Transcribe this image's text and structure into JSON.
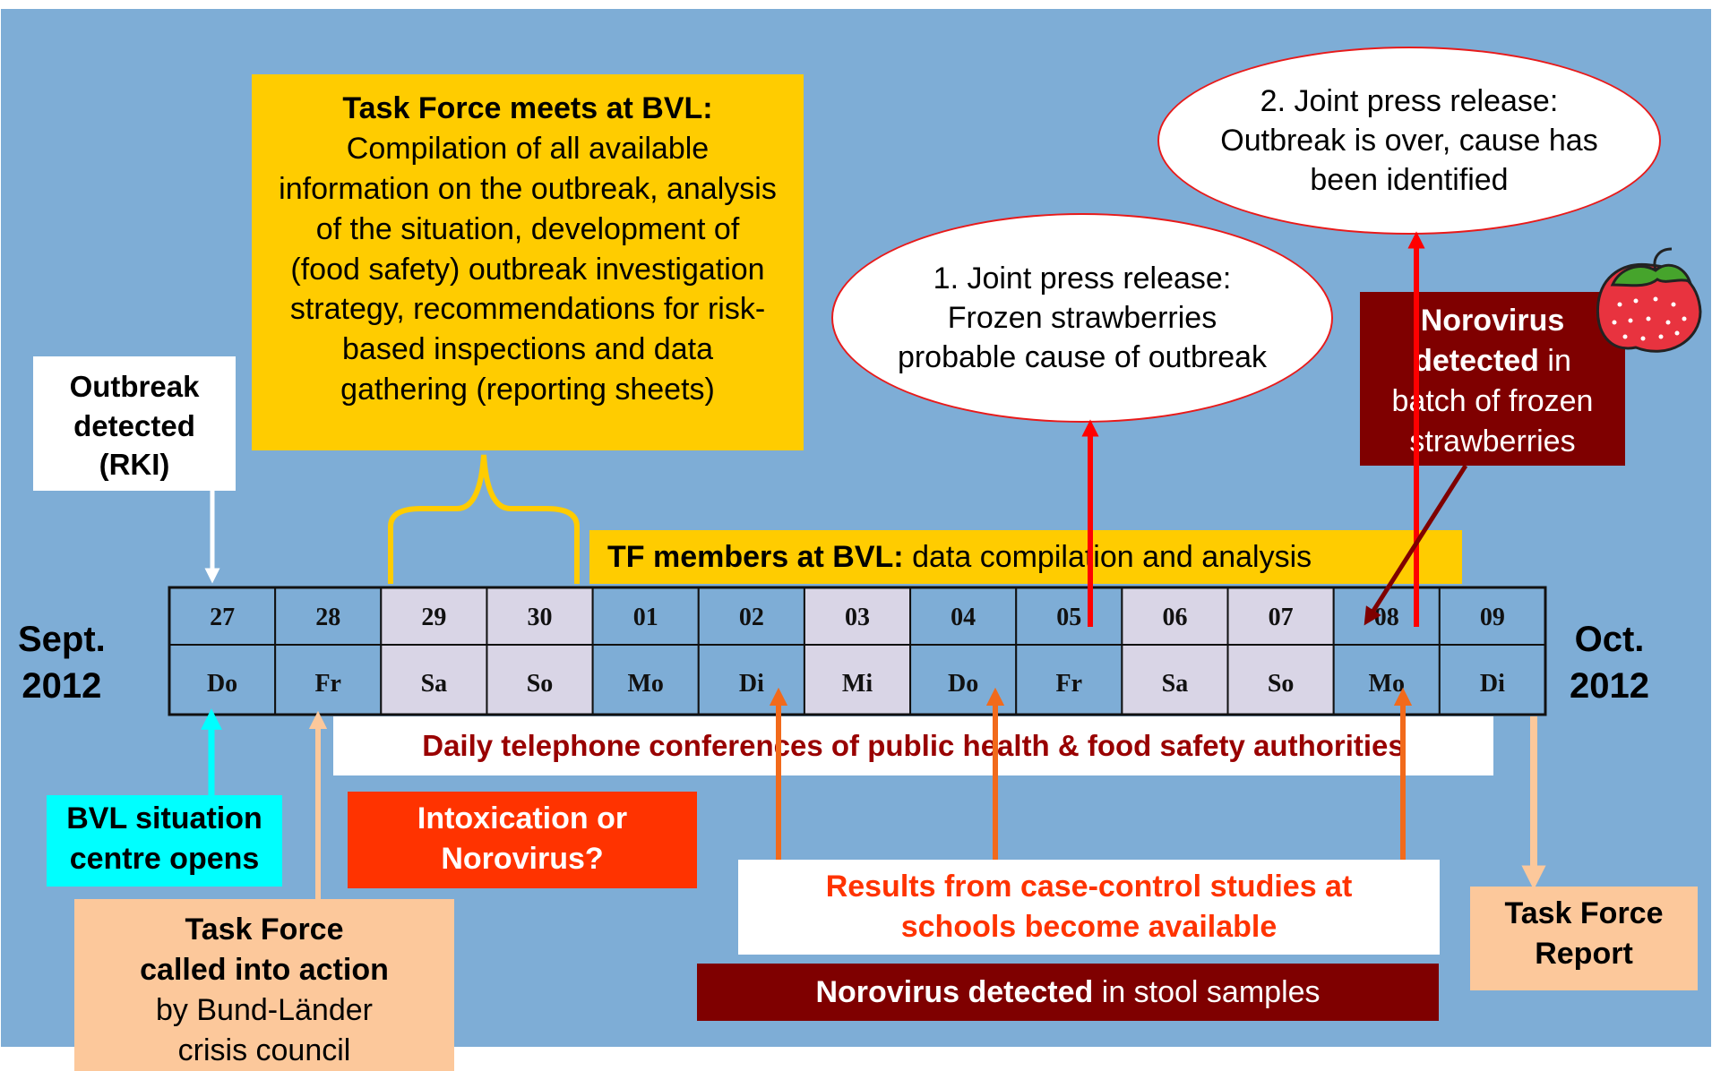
{
  "side_labels": {
    "left_top": "Sept.",
    "left_bottom": "2012",
    "right_top": "Oct.",
    "right_bottom": "2012"
  },
  "timeline": {
    "days": [
      {
        "date": "27",
        "weekday": "Do",
        "weekend": false
      },
      {
        "date": "28",
        "weekday": "Fr",
        "weekend": false
      },
      {
        "date": "29",
        "weekday": "Sa",
        "weekend": true
      },
      {
        "date": "30",
        "weekday": "So",
        "weekend": true
      },
      {
        "date": "01",
        "weekday": "Mo",
        "weekend": false
      },
      {
        "date": "02",
        "weekday": "Di",
        "weekend": false
      },
      {
        "date": "03",
        "weekday": "Mi",
        "weekend": true
      },
      {
        "date": "04",
        "weekday": "Do",
        "weekend": false
      },
      {
        "date": "05",
        "weekday": "Fr",
        "weekend": false
      },
      {
        "date": "06",
        "weekday": "Sa",
        "weekend": true
      },
      {
        "date": "07",
        "weekday": "So",
        "weekend": true
      },
      {
        "date": "08",
        "weekday": "Mo",
        "weekend": false
      },
      {
        "date": "09",
        "weekday": "Di",
        "weekend": false
      }
    ]
  },
  "colors": {
    "background": "#7eadd6",
    "weekday_cell": "#7eadd6",
    "weekend_cell": "#d9d5e6",
    "task_force_yellow": "#ffcc00",
    "situation_cyan": "#00ffff",
    "peach": "#fcc89b",
    "intox_orange": "#ff3300",
    "dark_red": "#7f0000",
    "arrow_red": "#ff0000",
    "arrow_orange": "#f26a1b",
    "arrow_peach": "#fcc89b",
    "arrow_cyan": "#00ffff",
    "conference_text": "#990000",
    "results_text": "#ff3300"
  },
  "boxes": {
    "outbreak": {
      "line1": "Outbreak",
      "line2": "detected",
      "line3": "(RKI)"
    },
    "task_force_meets": {
      "heading": "Task Force meets at BVL:",
      "body": "Compilation of all available information on the outbreak, analysis of the situation, development of (food safety) outbreak investigation strategy, recommendations for risk-based inspections and data gathering (reporting sheets)"
    },
    "tf_members": {
      "bold": "TF members at BVL:",
      "rest": " data compilation and analysis"
    },
    "press_release_1": {
      "line1": "1. Joint press release:",
      "line2": "Frozen strawberries",
      "line3": "probable cause of outbreak"
    },
    "press_release_2": {
      "line1": "2. Joint press release:",
      "line2": "Outbreak is over, cause has",
      "line3": "been identified"
    },
    "norovirus_batch": {
      "bold": "Norovirus detected",
      "rest": " in batch of frozen strawberries"
    },
    "conferences": {
      "text": "Daily telephone conferences of public health & food safety authorities"
    },
    "situation_centre": {
      "line1": "BVL situation",
      "line2": "centre opens"
    },
    "intoxication": {
      "line1": "Intoxication or",
      "line2": "Norovirus?"
    },
    "task_force_called": {
      "line1": "Task Force",
      "line2": "called into action",
      "line3": "by Bund-Länder",
      "line4": "crisis council"
    },
    "results": {
      "line1": "Results from case-control studies at",
      "line2": "schools become available"
    },
    "norovirus_stool": {
      "bold": "Norovirus detected",
      "rest": " in stool samples"
    },
    "task_force_report": {
      "line1": "Task Force",
      "line2": "Report"
    }
  },
  "icons": {
    "strawberry": "strawberry-icon"
  }
}
